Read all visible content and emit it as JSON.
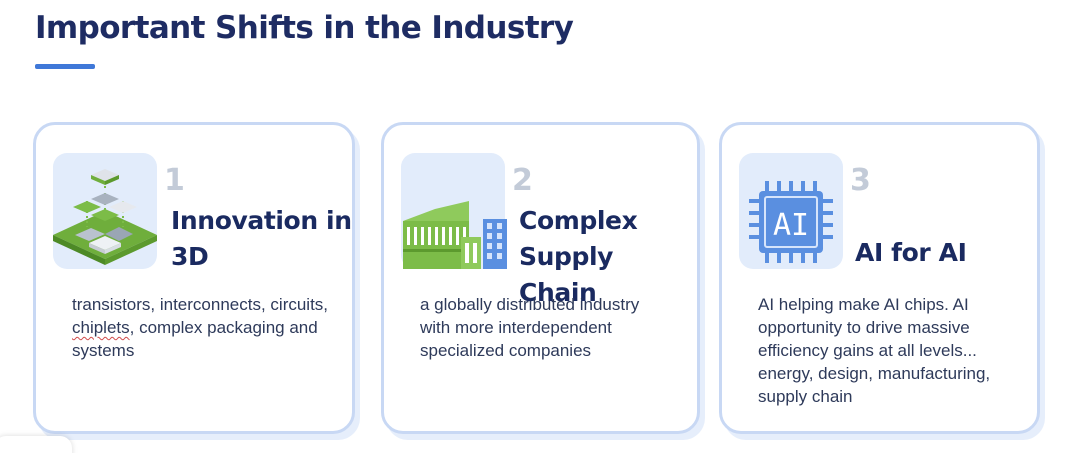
{
  "page": {
    "title": "Important Shifts in the Industry",
    "accent_color": "#3f78d8"
  },
  "cards": [
    {
      "number": "1",
      "heading_line1": "Innovation in",
      "heading_line2": "3D",
      "icon": "3d-chip-stack-icon",
      "desc_part1": "transistors, interconnects, circuits, ",
      "desc_flagged": "chiplets",
      "desc_part2": ", complex packaging and systems"
    },
    {
      "number": "2",
      "heading_line1": "Complex",
      "heading_line2": "Supply Chain",
      "icon": "factory-buildings-icon",
      "description": "a globally distributed industry with more interdependent specialized companies"
    },
    {
      "number": "3",
      "heading_line1": "AI for AI",
      "icon": "ai-chip-icon",
      "icon_label": "AI",
      "description": "AI helping make AI chips. AI opportunity to drive massive efficiency gains at all levels... energy, design, manufacturing, supply chain"
    }
  ]
}
